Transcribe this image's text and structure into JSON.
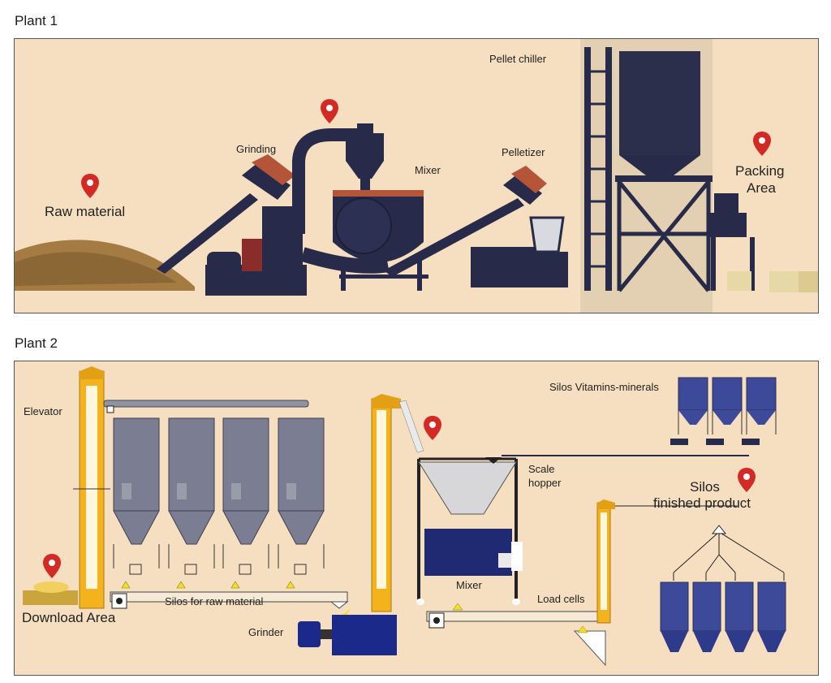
{
  "plant1": {
    "title": "Plant 1",
    "labels": {
      "raw_material": "Raw material",
      "grinding": "Grinding",
      "mixer": "Mixer",
      "pelletizer": "Pelletizer",
      "pellet_chiller": "Pellet chiller",
      "packing_area_line1": "Packing",
      "packing_area_line2": "Area"
    }
  },
  "plant2": {
    "title": "Plant 2",
    "labels": {
      "elevator": "Elevator",
      "silos_vitamins": "Silos Vitamins-minerals",
      "scale_hopper_line1": "Scale",
      "scale_hopper_line2": "hopper",
      "silos_finished_line1": "Silos",
      "silos_finished_line2": "finished product",
      "silos_raw": "Silos for raw material",
      "download_area": "Download Area",
      "grinder": "Grinder",
      "mixer": "Mixer",
      "load_cells": "Load cells"
    }
  },
  "colors": {
    "background": "#f6dfc0",
    "machinery": "#272a48",
    "elevator": "#f4b31c",
    "pin": "#d42a26",
    "warning_marker": "#f5e020",
    "silo_steel": "#7b7e93",
    "small_silo": "#3d4a9a",
    "grinder_blue": "#1b2a8a"
  },
  "icons": {
    "location": "location-pin-icon",
    "sensor": "warning-triangle-icon"
  }
}
